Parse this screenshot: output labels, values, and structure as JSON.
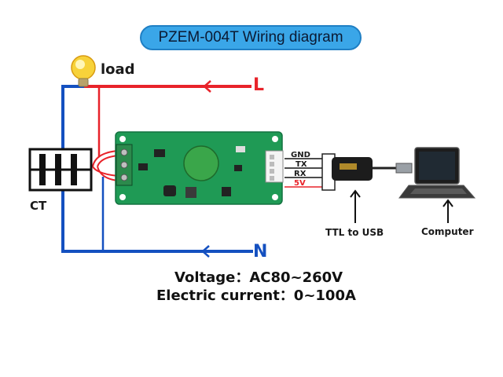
{
  "title": "PZEM-004T Wiring diagram",
  "labels": {
    "load": "load",
    "line": "L",
    "neutral": "N",
    "ct": "CT",
    "ttl_to_usb": "TTL to USB",
    "computer": "Computer"
  },
  "pins": {
    "gnd": "GND",
    "tx": "TX",
    "rx": "RX",
    "v5": "5V"
  },
  "specs": {
    "voltage": "Voltage：AC80~260V",
    "current": "Electric current：0~100A"
  },
  "colors": {
    "line_wire": "#e8232a",
    "neutral_wire": "#1450c0",
    "pcb": "#1f9a55",
    "title_bg": "#3aa6e8"
  }
}
